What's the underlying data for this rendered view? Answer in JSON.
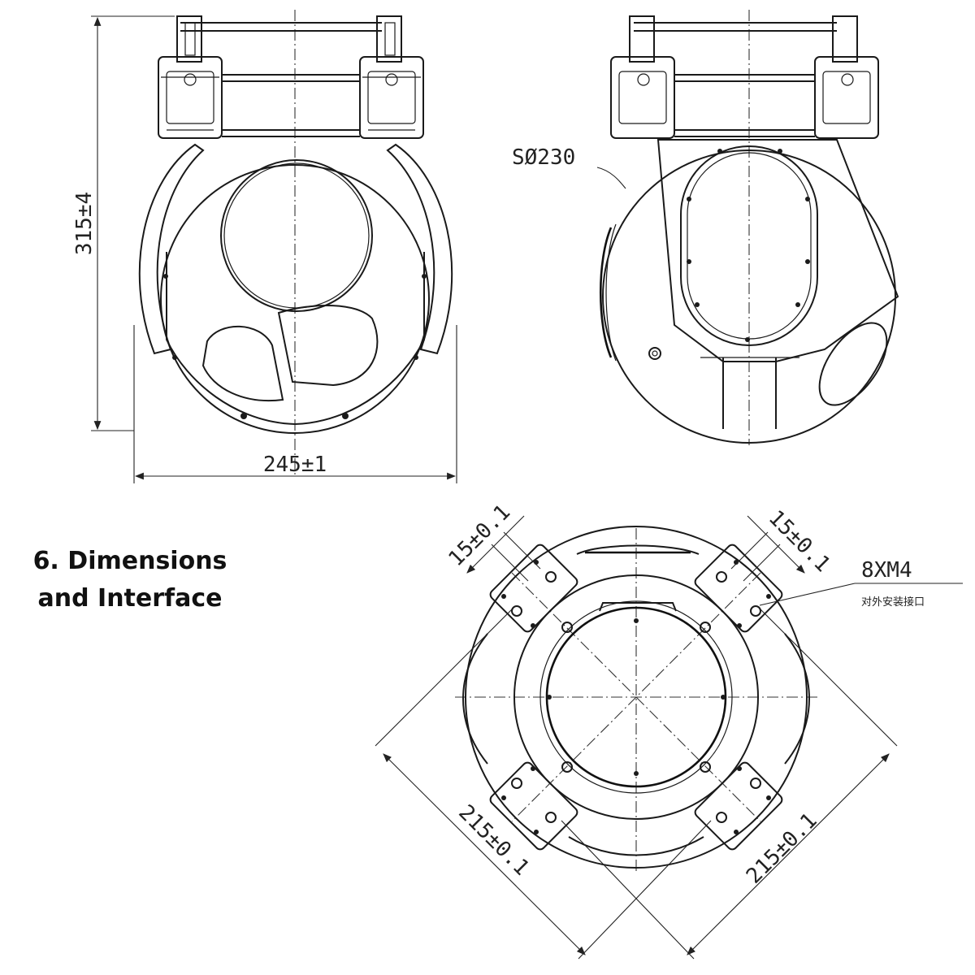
{
  "section": {
    "number": "6.",
    "title_line1": "Dimensions",
    "title_line2": "and Interface"
  },
  "dimensions": {
    "height": "315±4",
    "width": "245±1",
    "sphere": "SØ230",
    "hole_offset_left": "15±0.1",
    "hole_offset_right": "15±0.1",
    "diag_left": "215±0.1",
    "diag_right": "215±0.1",
    "screws": "8XM4",
    "screws_note": "对外安装接口"
  }
}
